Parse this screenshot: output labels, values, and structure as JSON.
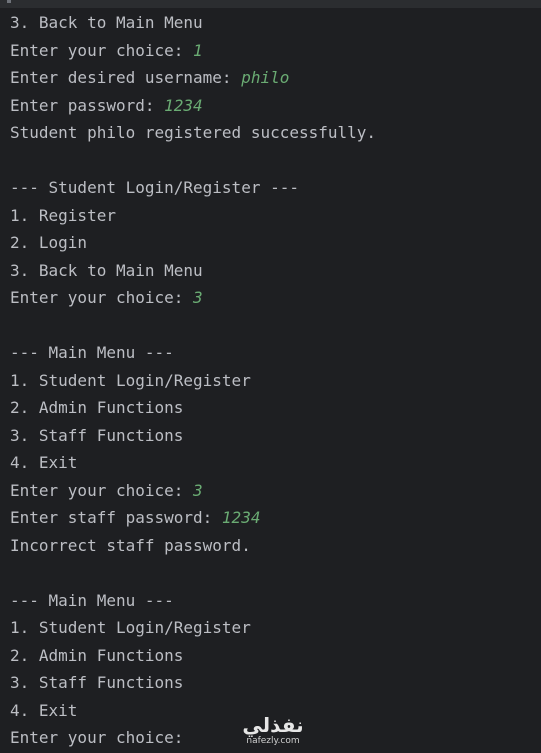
{
  "console": {
    "lines": [
      {
        "text": "3. Back to Main Menu",
        "input": ""
      },
      {
        "text": "Enter your choice: ",
        "input": "1"
      },
      {
        "text": "Enter desired username: ",
        "input": "philo"
      },
      {
        "text": "Enter password: ",
        "input": "1234"
      },
      {
        "text": "Student philo registered successfully.",
        "input": ""
      },
      {
        "text": "",
        "input": ""
      },
      {
        "text": "--- Student Login/Register ---",
        "input": ""
      },
      {
        "text": "1. Register",
        "input": ""
      },
      {
        "text": "2. Login",
        "input": ""
      },
      {
        "text": "3. Back to Main Menu",
        "input": ""
      },
      {
        "text": "Enter your choice: ",
        "input": "3"
      },
      {
        "text": "",
        "input": ""
      },
      {
        "text": "--- Main Menu ---",
        "input": ""
      },
      {
        "text": "1. Student Login/Register",
        "input": ""
      },
      {
        "text": "2. Admin Functions",
        "input": ""
      },
      {
        "text": "3. Staff Functions",
        "input": ""
      },
      {
        "text": "4. Exit",
        "input": ""
      },
      {
        "text": "Enter your choice: ",
        "input": "3"
      },
      {
        "text": "Enter staff password: ",
        "input": "1234"
      },
      {
        "text": "Incorrect staff password.",
        "input": ""
      },
      {
        "text": "",
        "input": ""
      },
      {
        "text": "--- Main Menu ---",
        "input": ""
      },
      {
        "text": "1. Student Login/Register",
        "input": ""
      },
      {
        "text": "2. Admin Functions",
        "input": ""
      },
      {
        "text": "3. Staff Functions",
        "input": ""
      },
      {
        "text": "4. Exit",
        "input": ""
      },
      {
        "text": "Enter your choice: ",
        "input": ""
      }
    ]
  },
  "watermark": {
    "logo": "نفذلي",
    "site": "nafezly.com"
  },
  "colors": {
    "background": "#1e1f22",
    "output_text": "#bcbec4",
    "user_input": "#6aab73"
  }
}
